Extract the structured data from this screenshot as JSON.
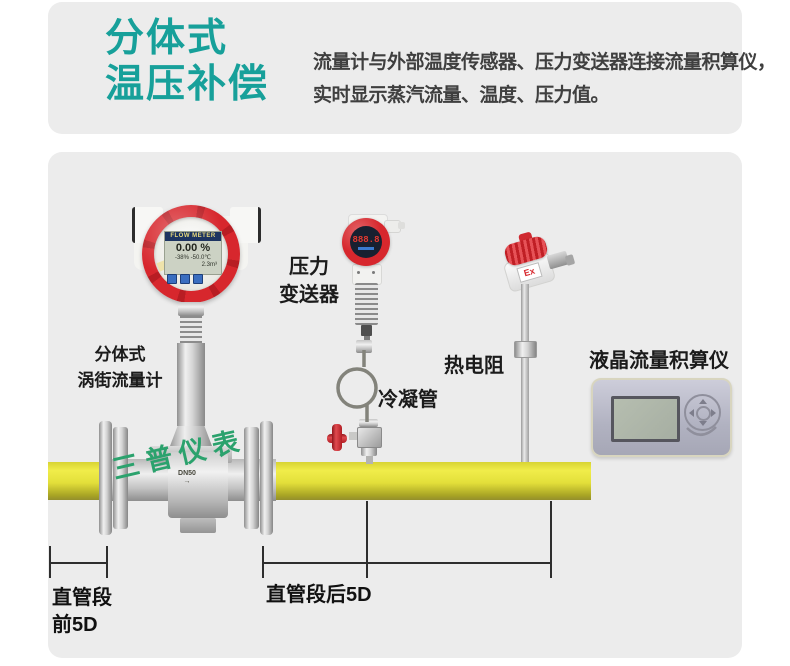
{
  "colors": {
    "panel_bg": "#ECECEC",
    "accent_teal": "#17A09A",
    "device_red": "#D7272D",
    "pipe_yellow": "#E7E43C",
    "watermark_green": "#2BA26D",
    "totalizer_body": "#B4B5C4"
  },
  "header": {
    "title_line1": "分体式",
    "title_line2": "温压补偿",
    "desc_line1": "流量计与外部温度传感器、压力变送器连接流量积算仪，",
    "desc_line2": "实时显示蒸汽流量、温度、压力值。"
  },
  "diagram": {
    "flow_meter_label_line1": "分体式",
    "flow_meter_label_line2": "涡街流量计",
    "pressure_label_line1": "压力",
    "pressure_label_line2": "变送器",
    "condenser_label": "冷凝管",
    "rtd_label": "热电阻",
    "totalizer_label": "液晶流量积算仪",
    "dim_before_line1": "直管段",
    "dim_before_line2": "前5D",
    "dim_after": "直管段后5D",
    "watermark": "三普仪表",
    "pipe_marking": "DN50",
    "flow_arrow": "→",
    "ex_marking": "Ex",
    "meter_lcd": {
      "brand": "FLOW METER",
      "main_value": "0.00 %",
      "sub_value": "-38%  -50.0℃",
      "aux_value": "2.3m³"
    },
    "transmitter_lcd": "888.8"
  }
}
